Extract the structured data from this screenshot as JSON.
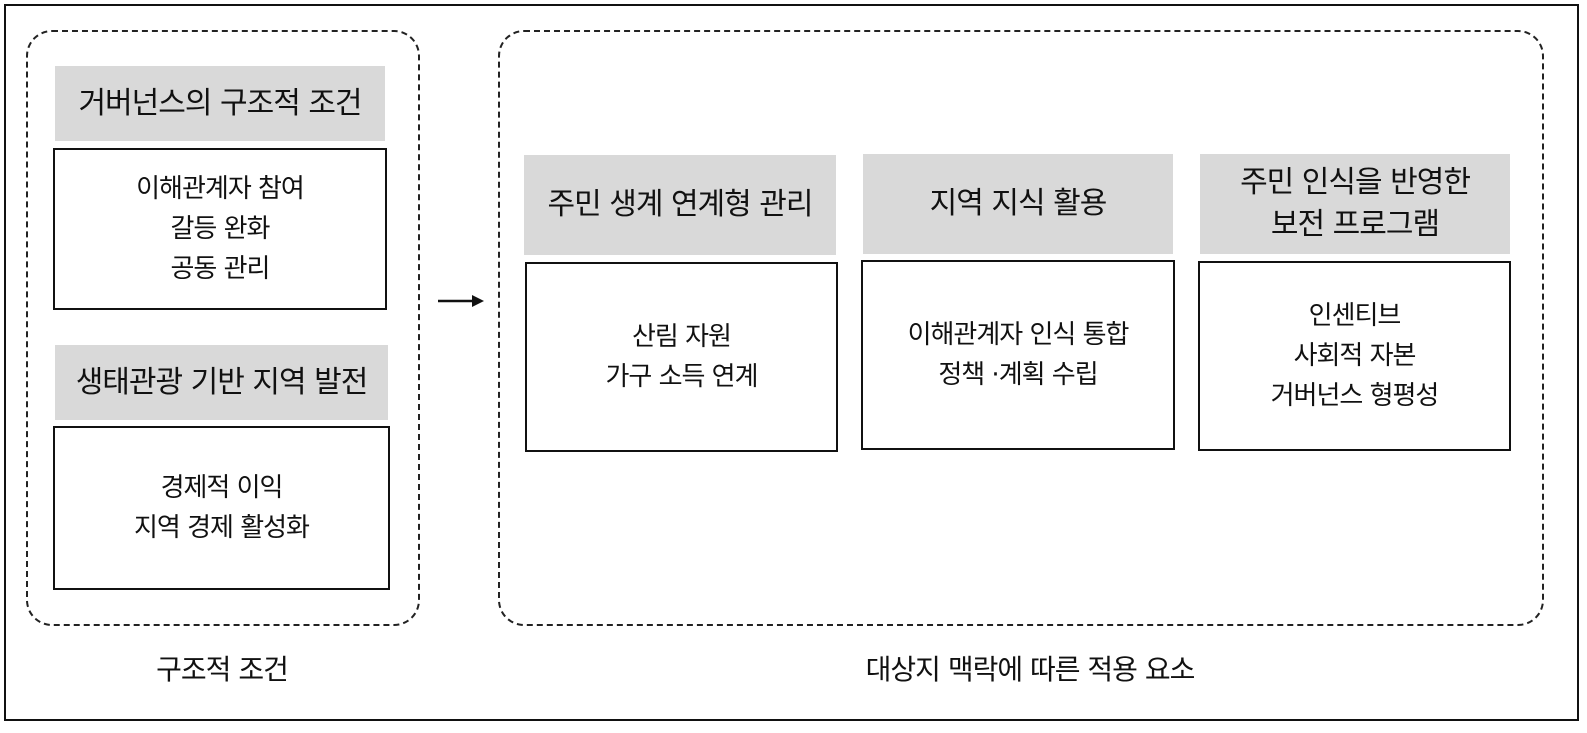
{
  "left_group": {
    "blocks": [
      {
        "header": [
          "거버넌스의 구조적 조건"
        ],
        "items": [
          "이해관계자 참여",
          "갈등 완화",
          "공동 관리"
        ]
      },
      {
        "header": [
          "생태관광 기반 지역 발전"
        ],
        "items": [
          "경제적 이익",
          "지역 경제 활성화"
        ]
      }
    ],
    "caption": "구조적 조건"
  },
  "right_group": {
    "blocks": [
      {
        "header": [
          "주민 생계 연계형 관리"
        ],
        "items": [
          "산림 자원",
          "가구 소득 연계"
        ]
      },
      {
        "header": [
          "지역 지식 활용"
        ],
        "items": [
          "이해관계자 인식 통합",
          "정책 ·계획 수립"
        ]
      },
      {
        "header": [
          "주민 인식을 반영한",
          "보전 프로그램"
        ],
        "items": [
          "인센티브",
          "사회적 자본",
          "거버넌스 형평성"
        ]
      }
    ],
    "caption": "대상지 맥락에 따른 적용 요소"
  },
  "arrow_icon": "right-arrow-icon"
}
